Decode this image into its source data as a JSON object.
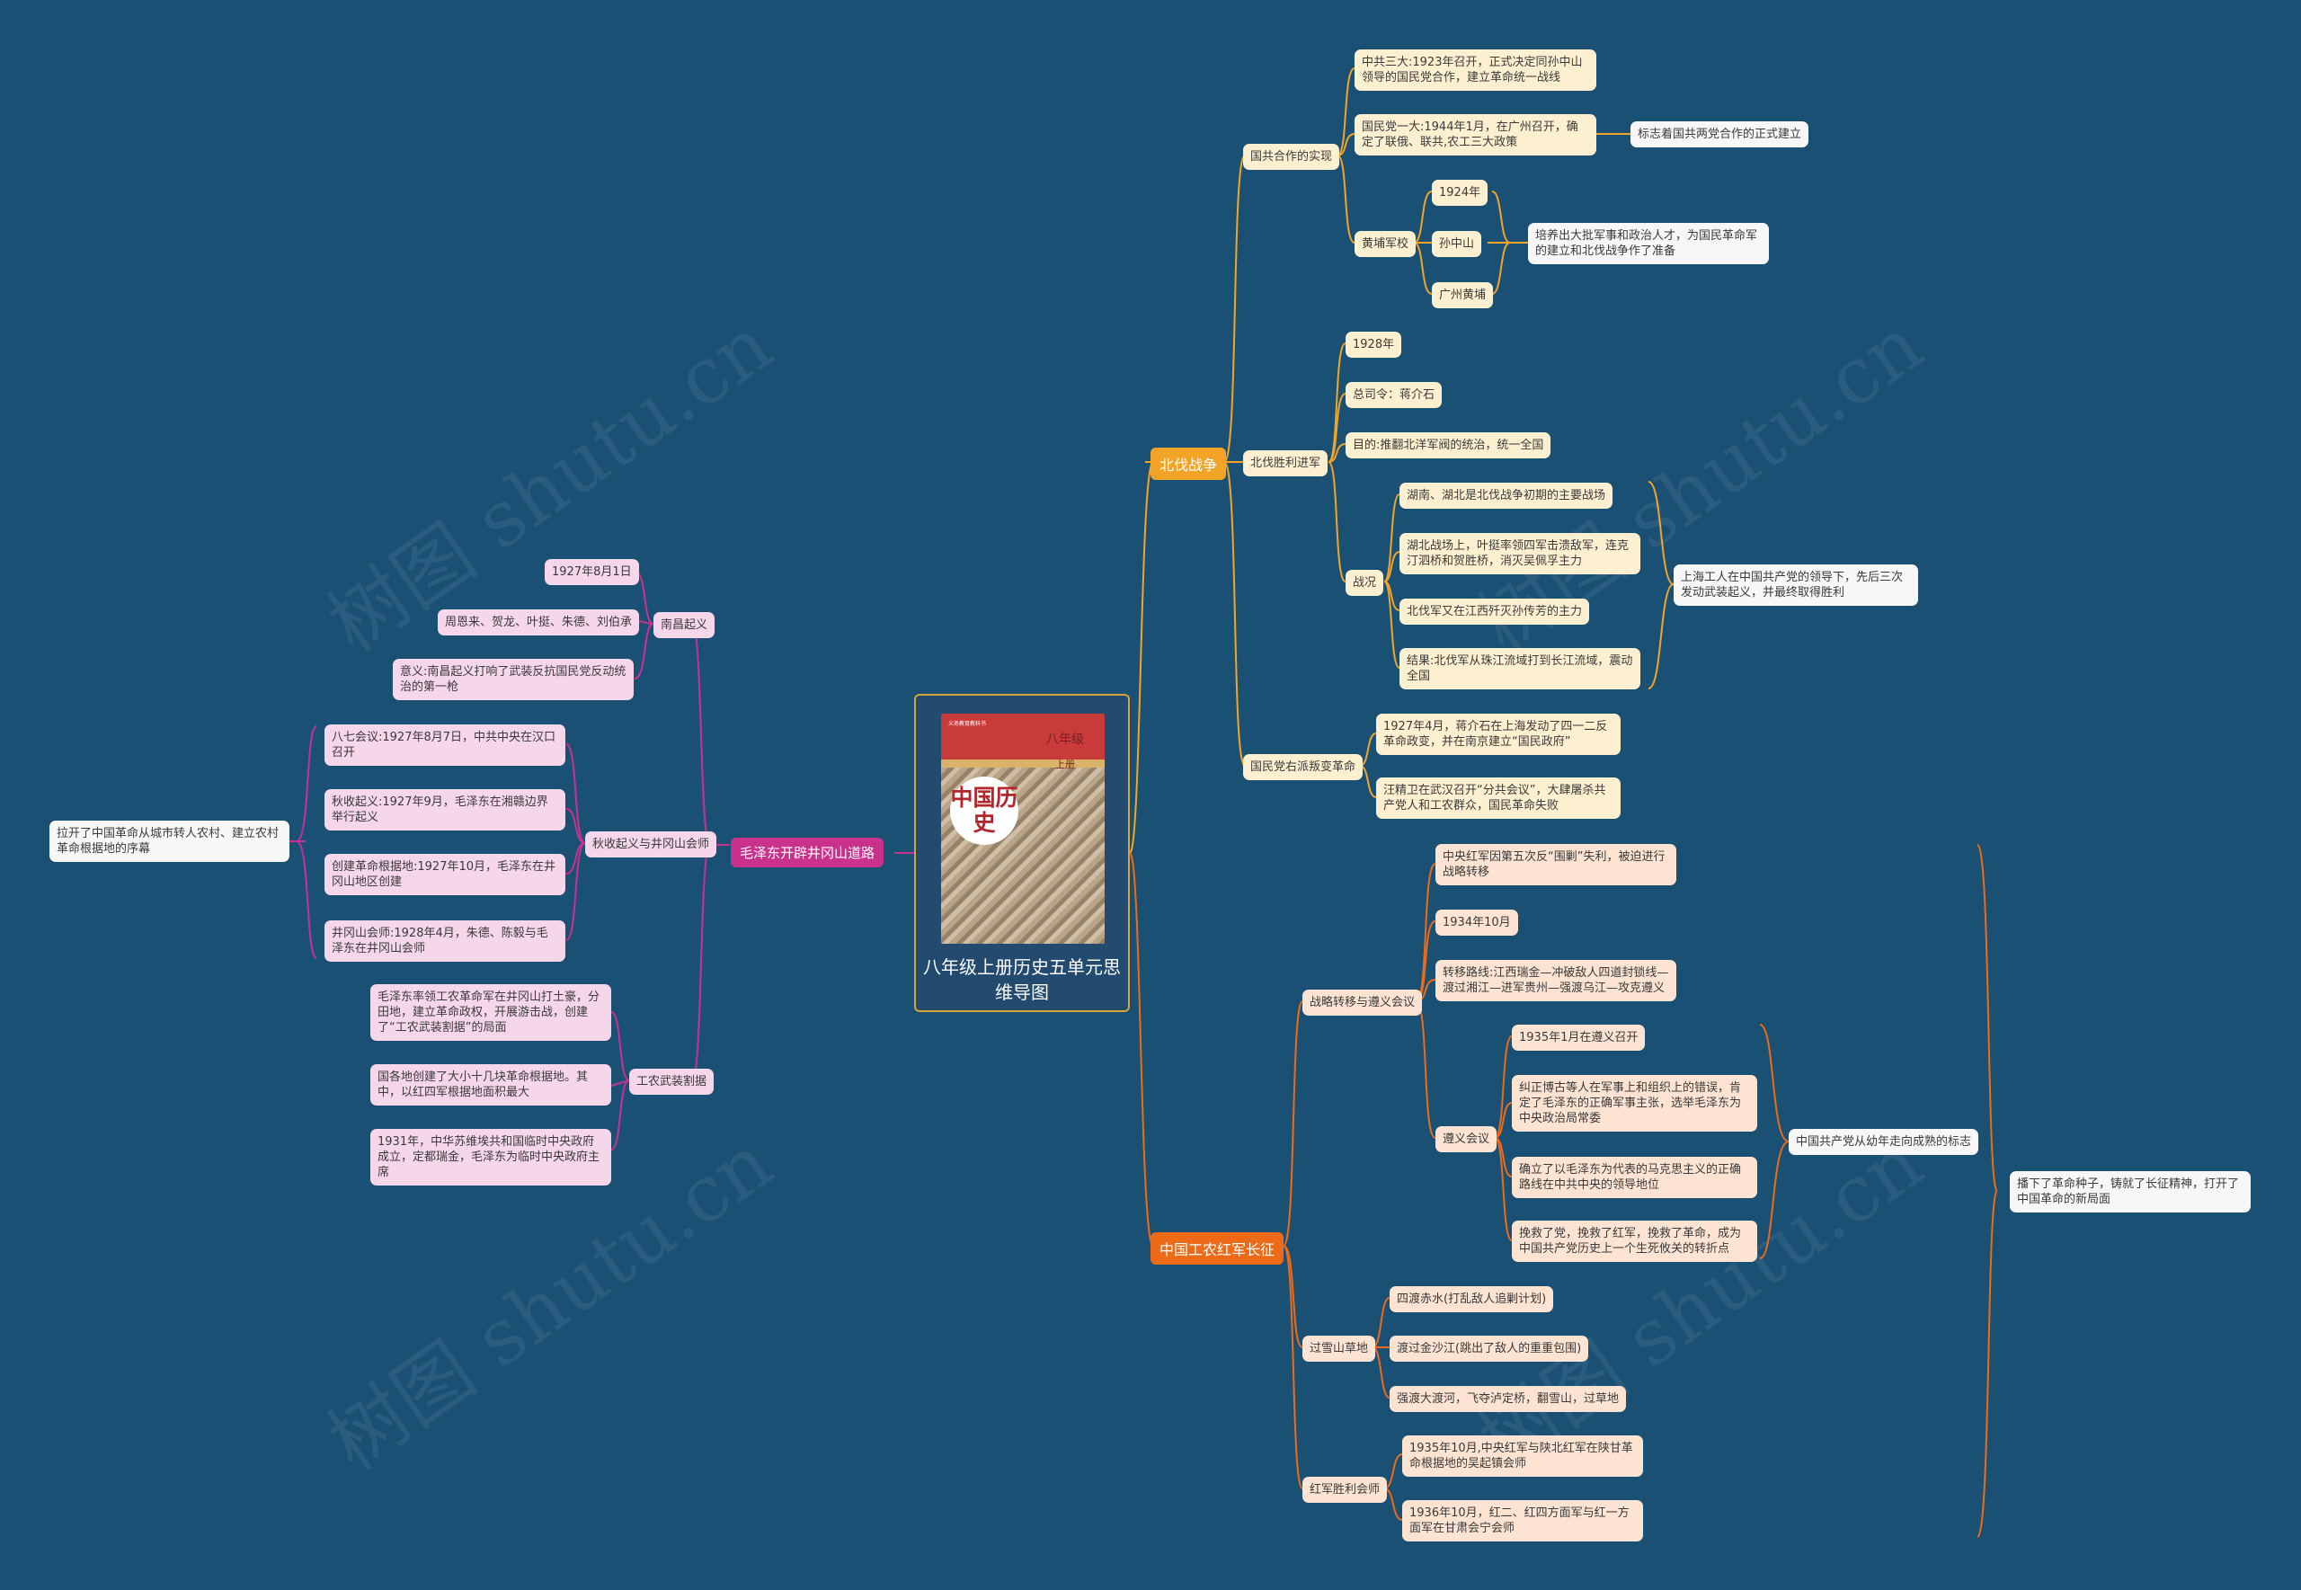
{
  "root": {
    "title": "八年级上册历史五单元思维导图",
    "cover": {
      "top_text": "义务教育教科书",
      "grade": "八年级",
      "volume": "上册",
      "title": "中国历史"
    }
  },
  "watermark": "树图 shutu.cn",
  "branches": {
    "beifa": "北伐战争",
    "hongjun": "中国工农红军长征",
    "mao": "毛泽东开辟井冈山道路"
  },
  "beifa": {
    "guogong": {
      "label": "国共合作的实现",
      "sanda": "中共三大:1923年召开，正式决定同孙中山领导的国民党合作，建立革命统一战线",
      "yida": "国民党一大:1944年1月，在广州召开，确定了联俄、联共,农工三大政策",
      "yida_note": "标志着国共两党合作的正式建立",
      "huangpu": {
        "label": "黄埔军校",
        "year": "1924年",
        "founder": "孙中山",
        "place": "广州黄埔",
        "note": "培养出大批军事和政治人才，为国民革命军的建立和北伐战争作了准备"
      }
    },
    "jinjun": {
      "label": "北伐胜利进军",
      "year": "1928年",
      "commander": "总司令：蒋介石",
      "goal": "目的:推翻北洋军阀的统治，统一全国",
      "zhankuang": {
        "label": "战况",
        "items": [
          "湖南、湖北是北伐战争初期的主要战场",
          "湖北战场上，叶挺率领四军击溃敌军，连克汀泗桥和贺胜桥，消灭吴佩孚主力",
          "北伐军又在江西歼灭孙传芳的主力",
          "结果:北伐军从珠江流域打到长江流域，震动全国"
        ],
        "note": "上海工人在中国共产党的领导下，先后三次发动武装起义，并最终取得胜利"
      }
    },
    "panbian": {
      "label": "国民党右派叛变革命",
      "items": [
        "1927年4月，蒋介石在上海发动了四一二反革命政变，并在南京建立“国民政府”",
        "汪精卫在武汉召开“分共会议”，大肆屠杀共产党人和工农群众，国民革命失败"
      ]
    }
  },
  "hongjun": {
    "zhuanyi": {
      "label": "战略转移与遵义会议",
      "items": [
        "中央红军因第五次反“围剿”失利，被迫进行战略转移",
        "1934年10月",
        "转移路线:江西瑞金—冲破敌人四道封锁线—渡过湘江—进军贵州—强渡乌江—攻克遵义"
      ],
      "zunyi": {
        "label": "遵义会议",
        "items": [
          "1935年1月在遵义召开",
          "纠正博古等人在军事上和组织上的错误，肯定了毛泽东的正确军事主张，选举毛泽东为中央政治局常委",
          "确立了以毛泽东为代表的马克思主义的正确路线在中共中央的领导地位",
          "挽救了党，挽救了红军，挽救了革命，成为中国共产党历史上一个生死攸关的转折点"
        ],
        "note": "中国共产党从幼年走向成熟的标志"
      },
      "note": "播下了革命种子，铸就了长征精神，打开了中国革命的新局面"
    },
    "xueshan": {
      "label": "过雪山草地",
      "items": [
        "四渡赤水(打乱敌人追剿计划)",
        "渡过金沙江(跳出了敌人的重重包围)",
        "强渡大渡河，飞夺泸定桥，翻雪山，过草地"
      ]
    },
    "huishi": {
      "label": "红军胜利会师",
      "items": [
        "1935年10月,中央红军与陕北红军在陕甘革命根据地的吴起镇会师",
        "1936年10月，红二、红四方面军与红一方面军在甘肃会宁会师"
      ]
    }
  },
  "mao": {
    "nanchang": {
      "label": "南昌起义",
      "items": [
        "1927年8月1日",
        "周恩来、贺龙、叶挺、朱德、刘伯承",
        "意义:南昌起义打响了武装反抗国民党反动统治的第一枪"
      ]
    },
    "qiushou": {
      "label": "秋收起义与井冈山会师",
      "items": [
        "八七会议:1927年8月7日，中共中央在汉口召开",
        "秋收起义:1927年9月，毛泽东在湘赣边界举行起义",
        "创建革命根据地:1927年10月，毛泽东在井冈山地区创建",
        "井冈山会师:1928年4月，朱德、陈毅与毛泽东在井冈山会师"
      ],
      "note": "拉开了中国革命从城市转人农村、建立农村革命根据地的序幕"
    },
    "gexu": {
      "label": "工农武装割据",
      "items": [
        "毛泽东率领工农革命军在井冈山打土豪，分田地，建立革命政权，开展游击战，创建了“工农武装割据”的局面",
        "国各地创建了大小十几块革命根据地。其中，以红四军根据地面积最大",
        "1931年，中华苏维埃共和国临时中央政府成立，定都瑞金，毛泽东为临时中央政府主席"
      ]
    }
  },
  "colors": {
    "background": "#1b5075",
    "beifa": "#f2a428",
    "hongjun": "#ed6a19",
    "mao": "#c9328c",
    "root_border": "#d7a437"
  }
}
